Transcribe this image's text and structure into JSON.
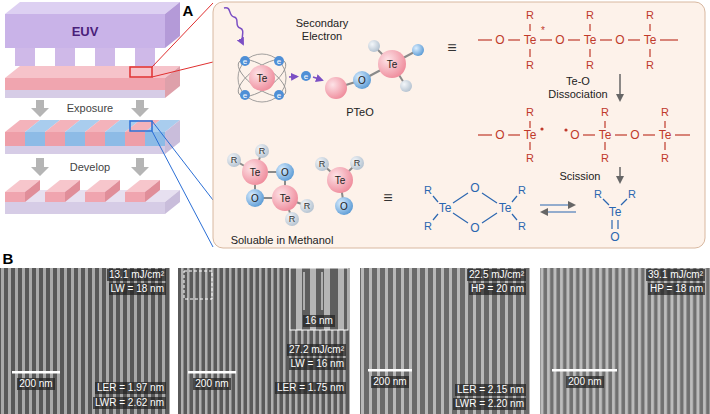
{
  "diagram": {
    "nodes": [
      {
        "text": [
          "Secondary Electron",
          "PTeO",
          "Te-O Dissociation",
          "Scission",
          "Soluable in Methanol"
        ]
      },
      {
        "text": [
          "13.1 mJ/cm²",
          "LW = 18 nm",
          "LER = 1.97 nm",
          "LWR = 2.62 nm",
          "200 nm"
        ]
      },
      {
        "text": [
          "27.2 mJ/cm²",
          "LW = 16 nm",
          "LER = 1.75 nm",
          "200 nm"
        ]
      },
      {
        "text": [
          "16 nm"
        ],
        "in": 2
      },
      {
        "text": [
          "22.5 mJ/cm²",
          "HP = 20 nm",
          "LER = 2.15 nm",
          "LWR = 2.20 nm",
          "200 nm"
        ]
      },
      {
        "text": [
          "39.1 mJ/cm²",
          "HP = 18 nm",
          "200 nm"
        ]
      }
    ],
    "labels": [
      "A",
      "B",
      "EUV",
      "Exposure",
      "Develop",
      "Te",
      "e",
      "e",
      "e",
      "e",
      "e",
      "O",
      "Te",
      "≡",
      "O",
      "Te",
      "O",
      "Te",
      "O",
      "Te",
      "R",
      "R",
      "R",
      "R",
      "R",
      "R",
      "*",
      "O",
      "Te",
      "R",
      "R",
      "O",
      "Te",
      "O",
      "Te",
      "R",
      "R",
      "R",
      "R",
      "Te",
      "O",
      "O",
      "Te",
      "R",
      "R",
      "R",
      "R",
      "R",
      "R",
      "Te",
      "O",
      "≡",
      "Te",
      "O",
      "Te",
      "O",
      "R",
      "R",
      "R",
      "R",
      "Te",
      "O",
      "R",
      "R"
    ]
  }
}
